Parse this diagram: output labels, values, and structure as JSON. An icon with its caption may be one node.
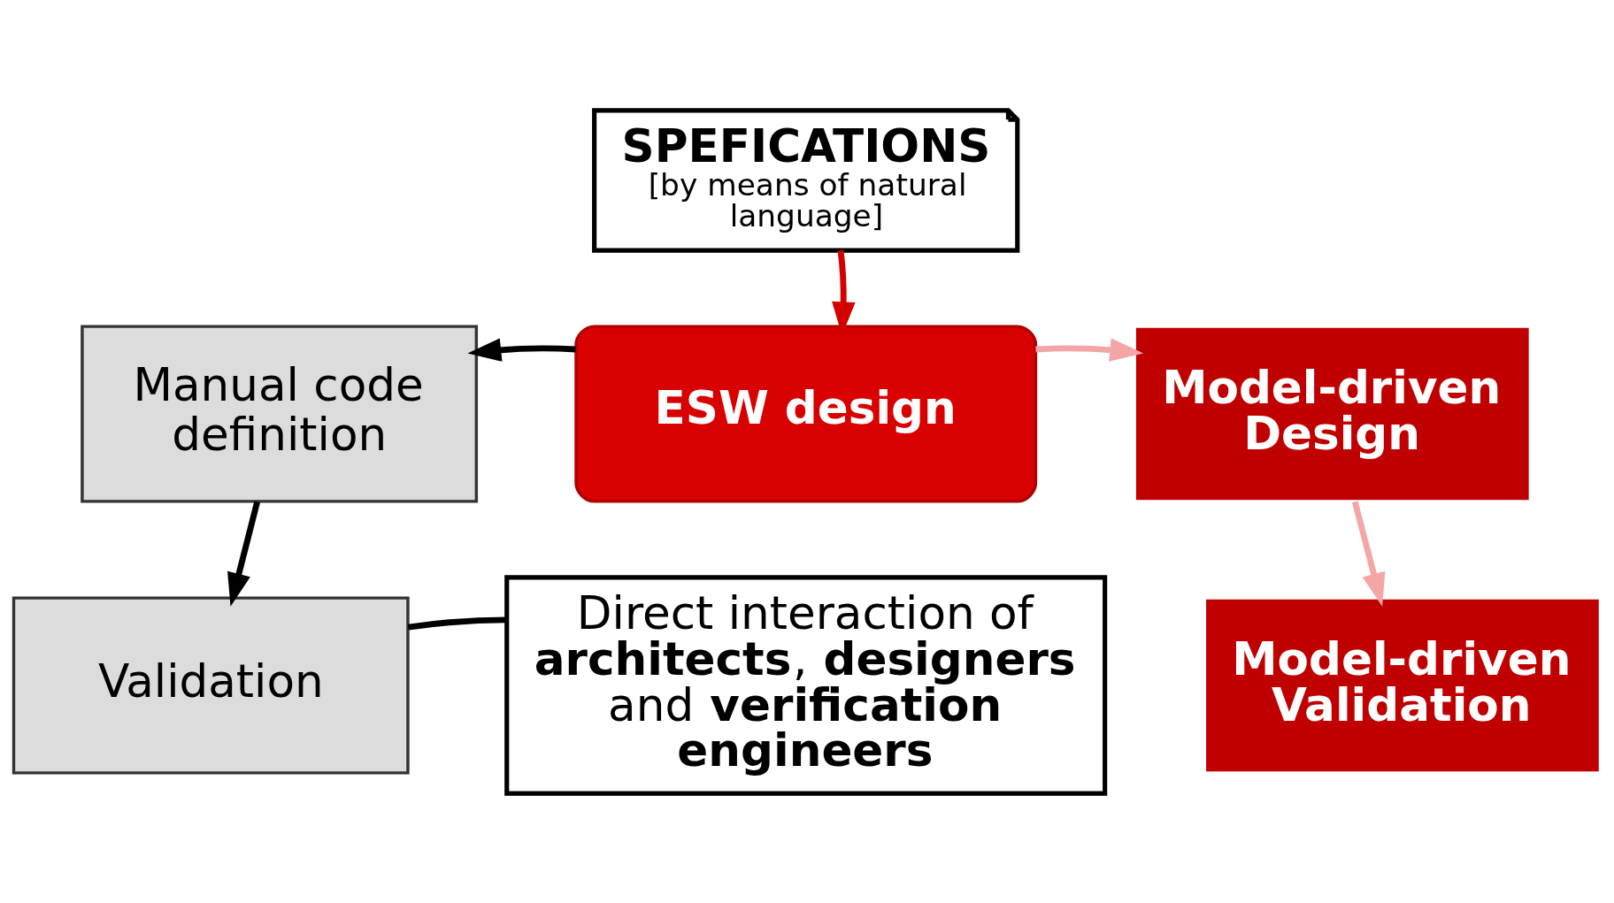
{
  "diagram": {
    "nodes": [
      {
        "text": [
          "SPEFICATIONS",
          "[by means of natural language]"
        ]
      },
      {
        "text": [
          "ESW design"
        ]
      },
      {
        "text": [
          "Manual code definition"
        ]
      },
      {
        "text": [
          "Validation"
        ]
      },
      {
        "text": [
          "Direct interaction of **architects**, **designers** and **verification engineers**"
        ]
      },
      {
        "text": [
          "Model-driven Design"
        ]
      },
      {
        "text": [
          "Model-driven Validation"
        ]
      }
    ],
    "edges": [
      {
        "from": 0,
        "to": 1,
        "arrow": "to",
        "color": "#d40000"
      },
      {
        "from": 1,
        "to": 2,
        "arrow": "to"
      },
      {
        "from": 1,
        "to": 5,
        "arrow": "to",
        "color": "#f4a6a6"
      },
      {
        "from": 2,
        "to": 3,
        "arrow": "to"
      },
      {
        "from": 5,
        "to": 6,
        "arrow": "to",
        "color": "#f4a6a6"
      },
      {
        "from": 4,
        "to": 3,
        "arrow": "none"
      }
    ]
  }
}
